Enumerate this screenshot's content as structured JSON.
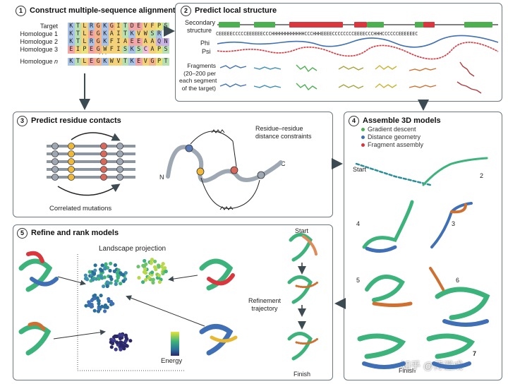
{
  "panel1": {
    "number": "1",
    "title": "Construct multiple-sequence alignment",
    "rows": [
      {
        "label": "Target",
        "seq": "KTLRGKGITDEVFPS"
      },
      {
        "label": "Homologue 1",
        "seq": "KTLEGKAITKVWSR"
      },
      {
        "label": "Homologue 2",
        "seq": "KTLRGKFIAEEAAQN"
      },
      {
        "label": "Homologue 3",
        "seq": "EIPEGWFISKSCAPS"
      }
    ],
    "dots_row": ". . .",
    "last_row": {
      "label": "Homologue",
      "label_n": "n",
      "seq": "KTLEGKWVTKEVGPT"
    }
  },
  "panel2": {
    "number": "2",
    "title": "Predict local structure",
    "secondary_label_1": "Secondary",
    "secondary_label_2": "structure",
    "ss_string": "CEEEEECCCCCEEEEEECCCHHHHHHHHHHHHCCCHHHEEEECCCCCCCCEEEECCCHHHCCCCCCEEEEEEC",
    "phi_label": "Phi",
    "psi_label": "Psi",
    "frag_label": [
      "Fragments",
      "(20–200 per",
      "each segment",
      "of the target)"
    ]
  },
  "panel3": {
    "number": "3",
    "title": "Predict residue contacts",
    "distance_label_1": "Residue–residue",
    "distance_label_2": "distance constraints",
    "correlated": "Correlated mutations",
    "n_label": "N",
    "c_label": "C"
  },
  "panel4": {
    "number": "4",
    "title": "Assemble 3D models",
    "bullets": [
      "Gradient descent",
      "Distance geometry",
      "Fragment assembly"
    ],
    "start": "Start",
    "steps": [
      "2",
      "3",
      "4",
      "5",
      "6",
      "7"
    ],
    "finish": "Finish"
  },
  "panel5": {
    "number": "5",
    "title": "Refine and rank models",
    "landscape": "Landscape projection",
    "energy": "Energy",
    "start": "Start",
    "refinement_1": "Refinement",
    "refinement_2": "trajectory",
    "finish": "Finish"
  },
  "watermark": "知乎 @傅渥成",
  "colors": {
    "helix": "#d9363e",
    "strand": "#4caf50",
    "frame": "#6b7680",
    "arrow": "#3c4a52"
  }
}
